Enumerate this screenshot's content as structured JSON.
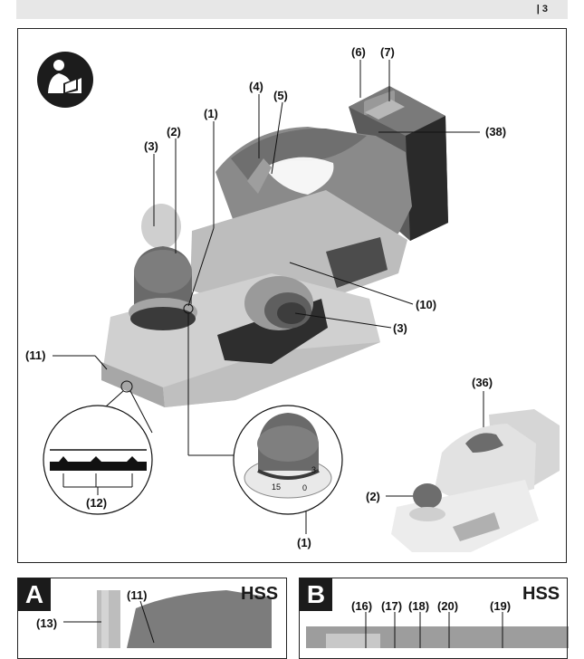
{
  "header": {
    "page_number": "| 3"
  },
  "figure": {
    "callouts": {
      "c6": "(6)",
      "c7": "(7)",
      "c4": "(4)",
      "c5": "(5)",
      "c1_top": "(1)",
      "c38": "(38)",
      "c2_main": "(2)",
      "c3_left": "(3)",
      "c10": "(10)",
      "c3_right": "(3)",
      "c11": "(11)",
      "c12": "(12)",
      "c1_bottom": "(1)",
      "c36": "(36)",
      "c2_small": "(2)"
    },
    "dial_marks": [
      "15",
      "0",
      "3"
    ]
  },
  "panel_a": {
    "letter": "A",
    "badge": "HSS",
    "callouts": {
      "c11": "(11)",
      "c13": "(13)"
    }
  },
  "panel_b": {
    "letter": "B",
    "badge": "HSS",
    "callouts": {
      "c16": "(16)",
      "c17": "(17)",
      "c18": "(18)",
      "c20": "(20)",
      "c19": "(19)"
    }
  }
}
